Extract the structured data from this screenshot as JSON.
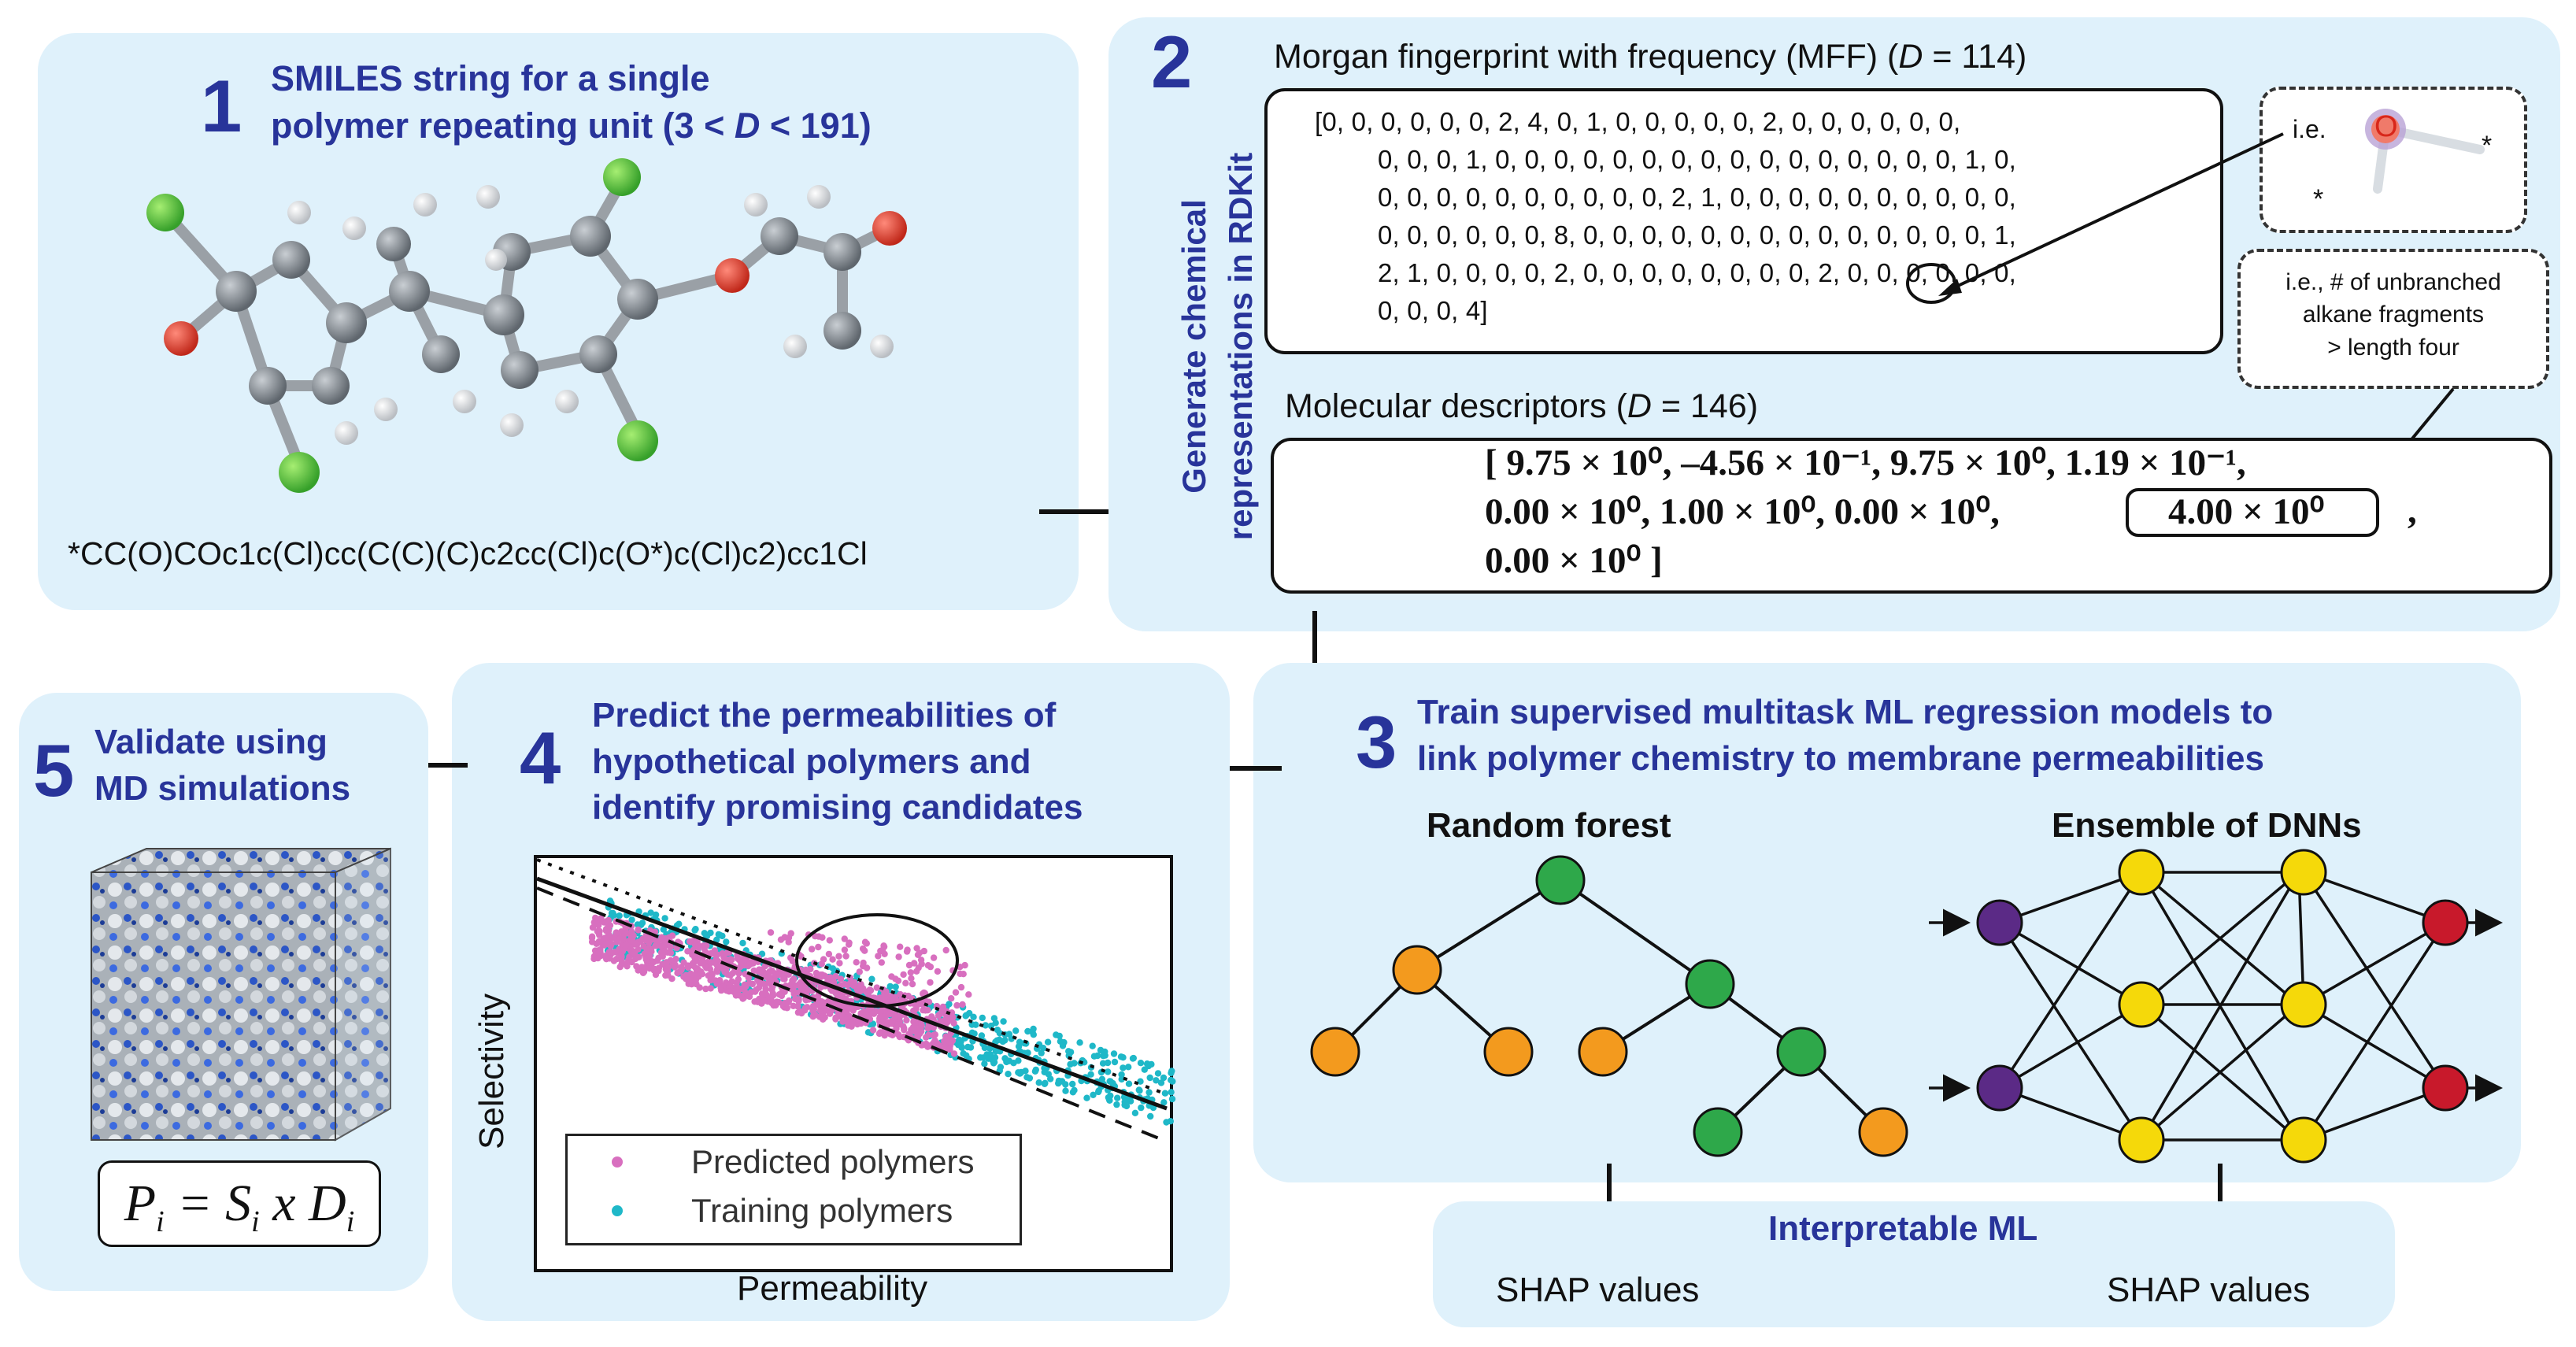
{
  "step1": {
    "number": "1",
    "title_line1": "SMILES string for a single",
    "title_line2_pre": "polymer repeating unit (3 < ",
    "title_line2_var": "D",
    "title_line2_post": " < 191)",
    "smiles": "*CC(O)COc1c(Cl)cc(C(C)(C)c2cc(Cl)c(O*)c(Cl)c2)cc1Cl"
  },
  "step2": {
    "number": "2",
    "side_line1": "Generate chemical",
    "side_line2": "representations in RDKit",
    "mff_title_pre": "Morgan fingerprint with frequency (MFF) (",
    "mff_title_var": "D",
    "mff_title_post": " = 114)",
    "mff_lines": [
      "[0, 0, 0, 0, 0, 0, 2, 4, 0, 1, 0, 0, 0, 0, 0, 2, 0, 0, 0, 0, 0, 0,",
      "0, 0, 0, 1, 0, 0, 0, 0, 0, 0, 0, 0, 0, 0, 0, 0, 0, 0, 0, 0, 1, 0,",
      "0, 0, 0, 0, 0, 0, 0, 0, 0, 0, 2, 1, 0, 0, 0, 0, 0, 0, 0, 0, 0, 0,",
      "0, 0, 0, 0, 0, 0, 8, 0, 0, 0, 0, 0, 0, 0, 0, 0, 0, 0, 0, 0, 0, 1,",
      "2, 1, 0, 0, 0, 0, 2, 0, 0, 0, 0, 0, 0, 0, 0, 2, 0, 0, 0, 0, 0, 0,",
      "0, 0, 0, 4]"
    ],
    "ie_label": "i.e.",
    "ie_atom": "O",
    "ie_star": "*",
    "note_lines": [
      "i.e., # of unbranched",
      "alkane fragments",
      "> length four"
    ],
    "md_title_pre": "Molecular descriptors (",
    "md_title_var": "D",
    "md_title_post": " = 146)",
    "md_line1": "[ 9.75 × 10⁰, –4.56 × 10⁻¹,  9.75 × 10⁰, 1.19 × 10⁻¹,",
    "md_line2a": "0.00 × 10⁰, 1.00 × 10⁰,   0.00 × 10⁰,",
    "md_line2_boxed": "4.00 × 10⁰",
    "md_line2_end": ",",
    "md_line3": "0.00 × 10⁰ ]"
  },
  "step3": {
    "number": "3",
    "title_line1": "Train supervised multitask ML regression models to",
    "title_line2": "link polymer chemistry to membrane permeabilities",
    "rf_label": "Random forest",
    "dnn_label": "Ensemble of DNNs"
  },
  "interpretable": {
    "title": "Interpretable ML",
    "shap_left": "SHAP values",
    "shap_right": "SHAP values"
  },
  "step4": {
    "number": "4",
    "title_line1": "Predict the permeabilities of",
    "title_line2": "hypothetical polymers and",
    "title_line3": "identify promising candidates"
  },
  "step5": {
    "number": "5",
    "title_line1": "Validate using",
    "title_line2": "MD simulations"
  },
  "chart_data": {
    "type": "scatter",
    "title": "",
    "xlabel": "Permeability",
    "ylabel": "Selectivity",
    "series": [
      {
        "name": "Predicted polymers",
        "color": "#d86fbf"
      },
      {
        "name": "Training polymers",
        "color": "#1fb8c8"
      }
    ],
    "legend_position": "bottom-left",
    "grid": false
  },
  "colors": {
    "panel": "#dff1fb",
    "accent": "#28349a",
    "rf_root": "#2ea84a",
    "rf_orange": "#f39a1e",
    "dnn_input": "#5b2a86",
    "dnn_hidden": "#f5d90a",
    "dnn_output": "#c8192b"
  }
}
